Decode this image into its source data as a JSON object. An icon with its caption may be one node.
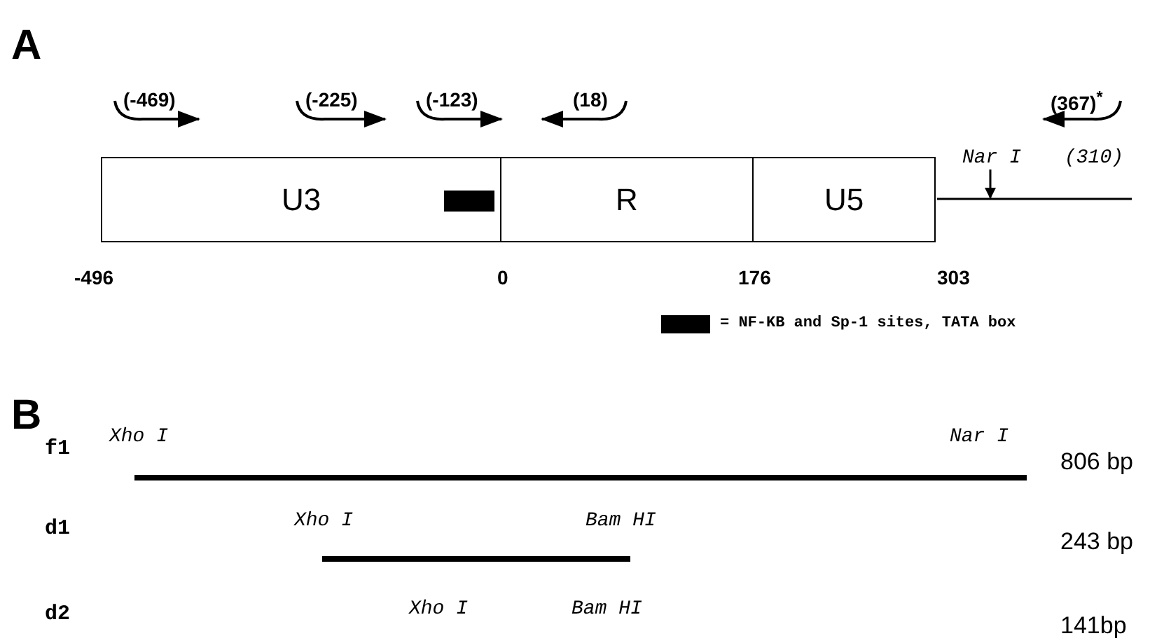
{
  "diagram": {
    "nodes": [
      {
        "text": [
          "U3"
        ]
      },
      {
        "text": [
          "R"
        ]
      },
      {
        "text": [
          "U5"
        ]
      },
      {
        "text": [],
        "shape": "bar",
        "in": 0
      }
    ],
    "edges": [],
    "labels": [
      "A",
      "(-469)",
      "(-225)",
      "(-123)",
      "(18)",
      "(367)$^{*}$",
      "Nar I",
      "(310)",
      "-496",
      "0",
      "176",
      "303",
      "B",
      "f1",
      "Xho I",
      "Nar I",
      "806 bp",
      "d1",
      "Xho I",
      "Bam HI",
      "243 bp",
      "d2",
      "Xho I",
      "Bam HI",
      "141bp"
    ],
    "legend": [
      {
        "text": "= NF-KB and Sp-1 sites, TATA box",
        "color": "#000000"
      }
    ]
  }
}
